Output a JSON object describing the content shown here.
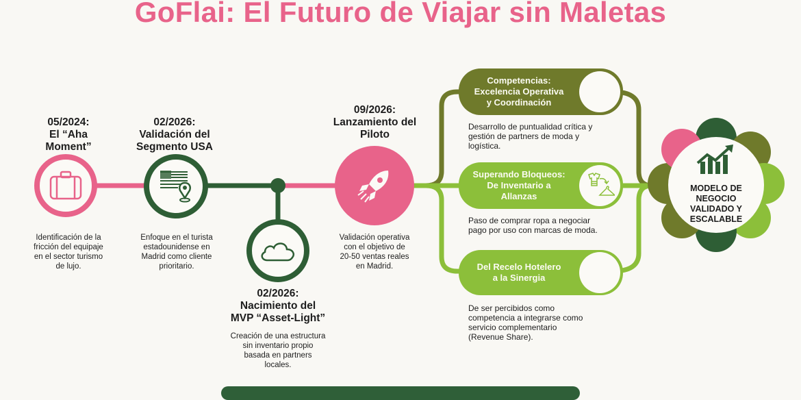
{
  "title": "GoFlai: El Futuro de Viajar sin Maletas",
  "colors": {
    "pink": "#e8638a",
    "dark_green": "#2e5e35",
    "olive": "#6f7a2b",
    "lime": "#8cbf3a",
    "background": "#f9f8f4"
  },
  "timeline": [
    {
      "date": "05/2024:",
      "title_lines": [
        "El “Aha",
        "Moment”"
      ],
      "description_lines": [
        "Identificación de la",
        "fricción del equipaje",
        "en el sector turismo",
        "de lujo."
      ],
      "icon": "suitcase-icon",
      "color": "pink"
    },
    {
      "date": "02/2026:",
      "title_lines": [
        "Validación del",
        "Segmento USA"
      ],
      "description_lines": [
        "Enfoque en el turista",
        "estadounidense en",
        "Madrid como cliente",
        "prioritario."
      ],
      "icon": "usa-flag-location-icon",
      "color": "dark_green"
    },
    {
      "date": "02/2026:",
      "title_lines": [
        "Nacimiento del",
        "MVP “Asset-Light”"
      ],
      "description_lines": [
        "Creación de una estructura",
        "sin inventario propio",
        "basada en partners",
        "locales."
      ],
      "icon": "cloud-icon",
      "color": "dark_green"
    },
    {
      "date": "09/2026:",
      "title_lines": [
        "Lanzamiento del",
        "Piloto"
      ],
      "description_lines": [
        "Validación operativa",
        "con el objetivo de",
        "20-50 ventas reales",
        "en Madrid."
      ],
      "icon": "rocket-icon",
      "color": "pink"
    }
  ],
  "branches": [
    {
      "label_lines": [
        "Competencias:",
        "Excelencia Operativa",
        "y Coordinación"
      ],
      "description_lines": [
        "Desarrollo de puntualidad crítica y",
        "gestión de partners de moda y",
        "logística."
      ],
      "icon": "empty-circle",
      "color": "olive"
    },
    {
      "label_lines": [
        "Superando Bloqueos:",
        "De Inventario a",
        "Allanzas"
      ],
      "description_lines": [
        "Paso de comprar ropa a negociar",
        "pago por uso con marcas de moda."
      ],
      "icon": "clothes-to-hanger-icon",
      "color": "lime"
    },
    {
      "label_lines": [
        "Del Recelo Hotelero",
        "a la Sinergia"
      ],
      "description_lines": [
        "De ser percibidos como",
        "competencia a integrarse como",
        "servicio complementario",
        "(Revenue Share)."
      ],
      "icon": "empty-circle",
      "color": "lime"
    }
  ],
  "goal": {
    "text_lines": [
      "MODELO DE",
      "NEGOCIO",
      "VALIDADO Y",
      "ESCALABLE"
    ],
    "icon": "growth-chart-icon"
  }
}
